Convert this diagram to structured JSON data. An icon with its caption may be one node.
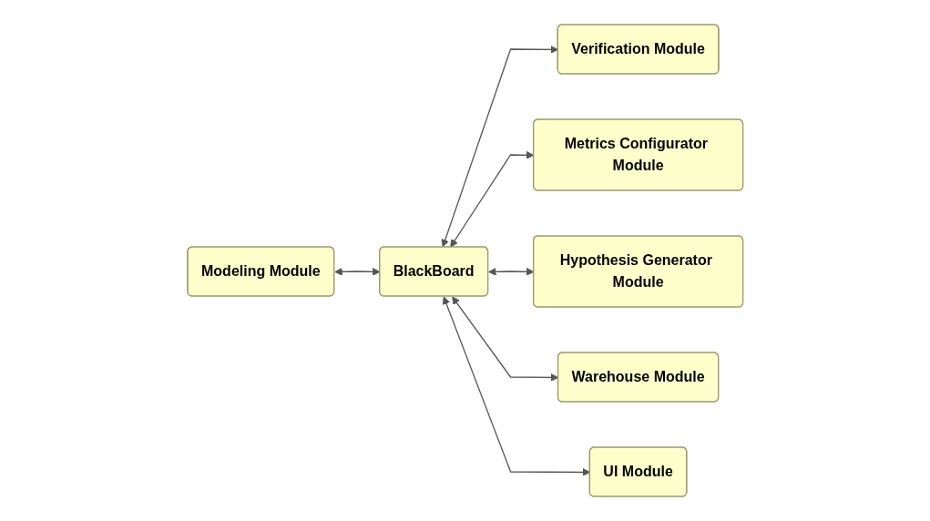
{
  "diagram": {
    "nodes": [
      {
        "text": [
          "Verification Module"
        ]
      },
      {
        "text": [
          "Metrics Configurator Module"
        ]
      },
      {
        "text": [
          "Modeling Module"
        ]
      },
      {
        "text": [
          "BlackBoard"
        ]
      },
      {
        "text": [
          "Hypothesis Generator Module"
        ]
      },
      {
        "text": [
          "Warehouse Module"
        ]
      },
      {
        "text": [
          "UI Module"
        ]
      }
    ],
    "edges": [
      {
        "from": 3,
        "to": 0,
        "arrow": "both"
      },
      {
        "from": 3,
        "to": 1,
        "arrow": "both"
      },
      {
        "from": 2,
        "to": 3,
        "arrow": "both"
      },
      {
        "from": 3,
        "to": 4,
        "arrow": "both"
      },
      {
        "from": 3,
        "to": 5,
        "arrow": "both"
      },
      {
        "from": 3,
        "to": 6,
        "arrow": "both"
      }
    ]
  }
}
